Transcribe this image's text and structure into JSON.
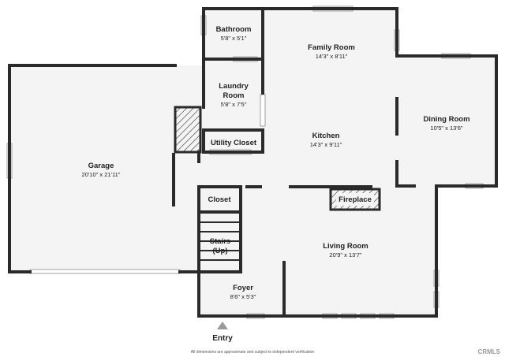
{
  "rooms": {
    "garage": {
      "name": "Garage",
      "dim": "20'10\" x 21'11\""
    },
    "bathroom": {
      "name": "Bathroom",
      "dim": "5'8\" x 5'1\""
    },
    "family": {
      "name": "Family Room",
      "dim": "14'3\" x 8'11\""
    },
    "laundry": {
      "name1": "Laundry",
      "name2": "Room",
      "dim": "5'8\" x 7'5\""
    },
    "dining": {
      "name": "Dining Room",
      "dim": "10'5\" x 13'6\""
    },
    "utility": {
      "name": "Utility Closet"
    },
    "kitchen": {
      "name": "Kitchen",
      "dim": "14'3\" x 9'11\""
    },
    "closet": {
      "name": "Closet"
    },
    "fireplace": {
      "name": "Fireplace"
    },
    "stairs": {
      "name1": "Stairs",
      "name2": "(Up)"
    },
    "living": {
      "name": "Living Room",
      "dim": "20'9\" x 13'7\""
    },
    "foyer": {
      "name": "Foyer",
      "dim": "8'6\" x 5'3\""
    }
  },
  "entry_label": "Entry",
  "disclaimer": "All dimensions are approximate and subject to independent verification",
  "watermark": "CRMLS"
}
